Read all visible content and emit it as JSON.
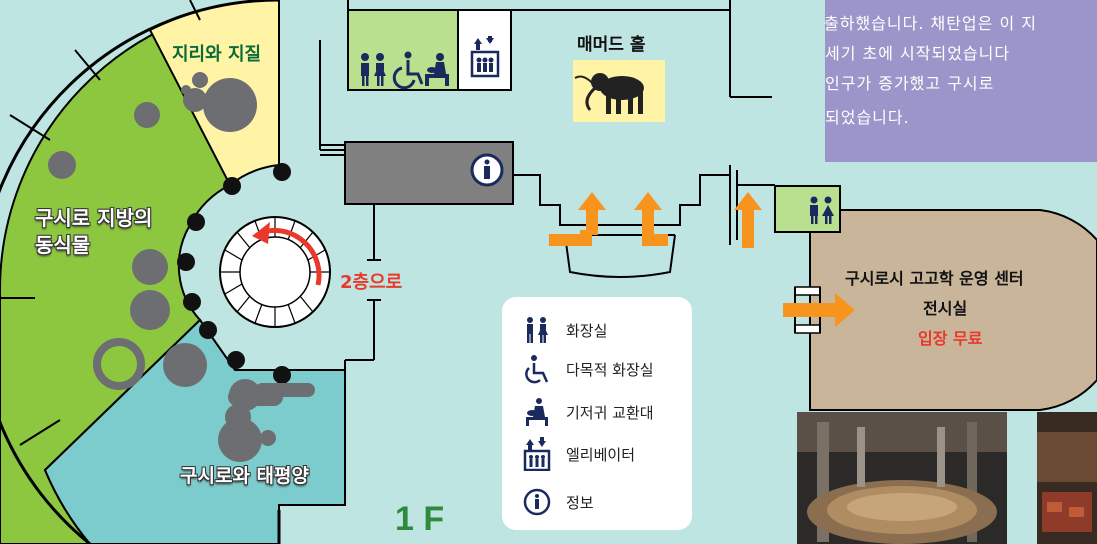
{
  "floor_label": "1 F",
  "zones": {
    "geography": "지리와 지질",
    "flora_fauna_line1": "구시로 지방의",
    "flora_fauna_line2": "동식물",
    "pacific": "구시로와 태평양",
    "mammoth_hall": "매머드 홀"
  },
  "stairs_label": "2층으로",
  "info_text": [
    "출하했습니다. 채탄업은 이 지",
    "세기 초에 시작되었습니다",
    "인구가 증가했고 구시로",
    "되었습니다."
  ],
  "archaeology": {
    "line1": "구시로시 고고학 운영 센터",
    "line2": "전시실",
    "line3": "입장 무료"
  },
  "legend": [
    {
      "icon": "restroom-icon",
      "label": "화장실"
    },
    {
      "icon": "accessible-restroom-icon",
      "label": "다목적 화장실"
    },
    {
      "icon": "diaper-changing-icon",
      "label": "기저귀 교환대"
    },
    {
      "icon": "elevator-icon",
      "label": "엘리베이터"
    },
    {
      "icon": "information-icon",
      "label": "정보"
    }
  ],
  "colors": {
    "background": "#bfe5e3",
    "green_zone": "#8dc63f",
    "yellow_zone": "#fff3a6",
    "teal_zone": "#7ccccd",
    "gray_block": "#808080",
    "archaeology": "#c8b59a",
    "info_box": "#9b95c9",
    "arrow": "#f7941d",
    "red_text": "#e8392b",
    "floor_label": "#2e8b3d"
  }
}
